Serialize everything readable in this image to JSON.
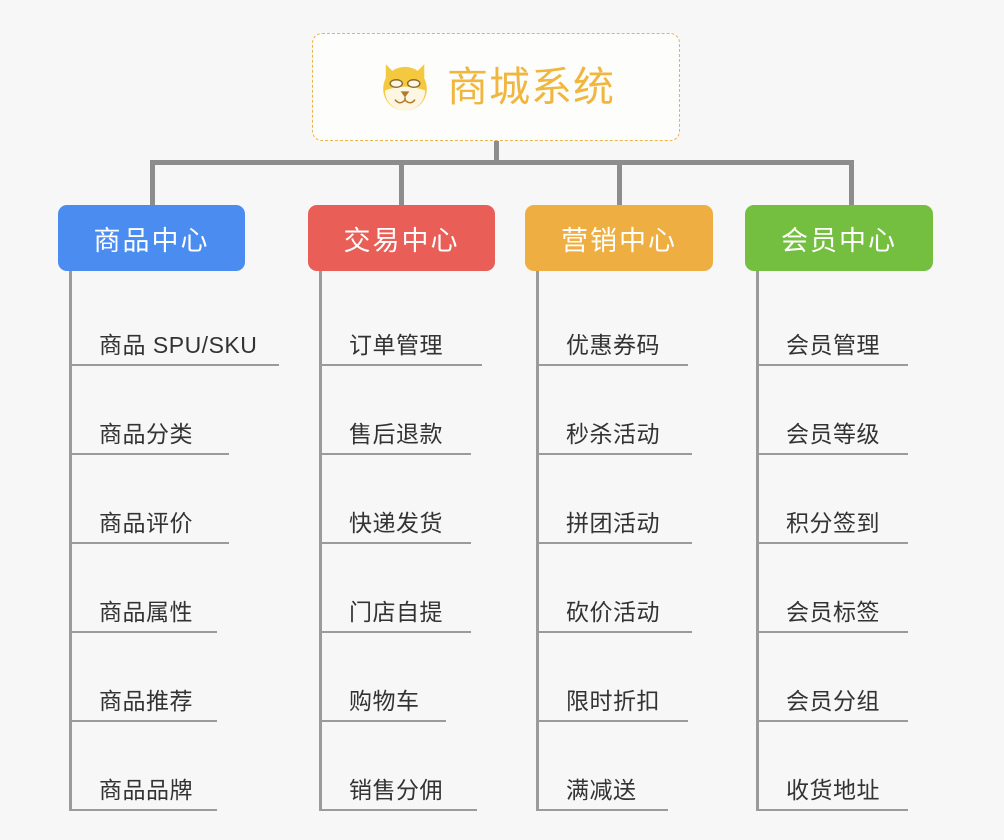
{
  "root": {
    "title": "商城系统",
    "icon": "shiba-dog-icon",
    "border_color": "#e9b44c",
    "text_color": "#f0b640"
  },
  "groups": [
    {
      "label": "商品中心",
      "color": "#4a8cf0",
      "items": [
        "商品 SPU/SKU",
        "商品分类",
        "商品评价",
        "商品属性",
        "商品推荐",
        "商品品牌"
      ]
    },
    {
      "label": "交易中心",
      "color": "#e95e57",
      "items": [
        "订单管理",
        "售后退款",
        "快递发货",
        "门店自提",
        "购物车",
        "销售分佣"
      ]
    },
    {
      "label": "营销中心",
      "color": "#efae42",
      "items": [
        "优惠券码",
        "秒杀活动",
        "拼团活动",
        "砍价活动",
        "限时折扣",
        "满减送"
      ]
    },
    {
      "label": "会员中心",
      "color": "#74bf40",
      "items": [
        "会员管理",
        "会员等级",
        "积分签到",
        "会员标签",
        "会员分组",
        "收货地址"
      ]
    }
  ],
  "layout": {
    "background": "#f7f7f7",
    "connector_color": "#8d8d8d",
    "leaf_line_color": "#9b9b9b",
    "group_left_positions": [
      58,
      308,
      525,
      745
    ],
    "group_widths": [
      187,
      187,
      188,
      188
    ],
    "leaf_rule_widths": [
      [
        210,
        160,
        160,
        148,
        148,
        148
      ],
      [
        163,
        152,
        152,
        152,
        127,
        158
      ],
      [
        152,
        156,
        156,
        156,
        152,
        132
      ],
      [
        152,
        152,
        152,
        152,
        152,
        152
      ]
    ]
  }
}
